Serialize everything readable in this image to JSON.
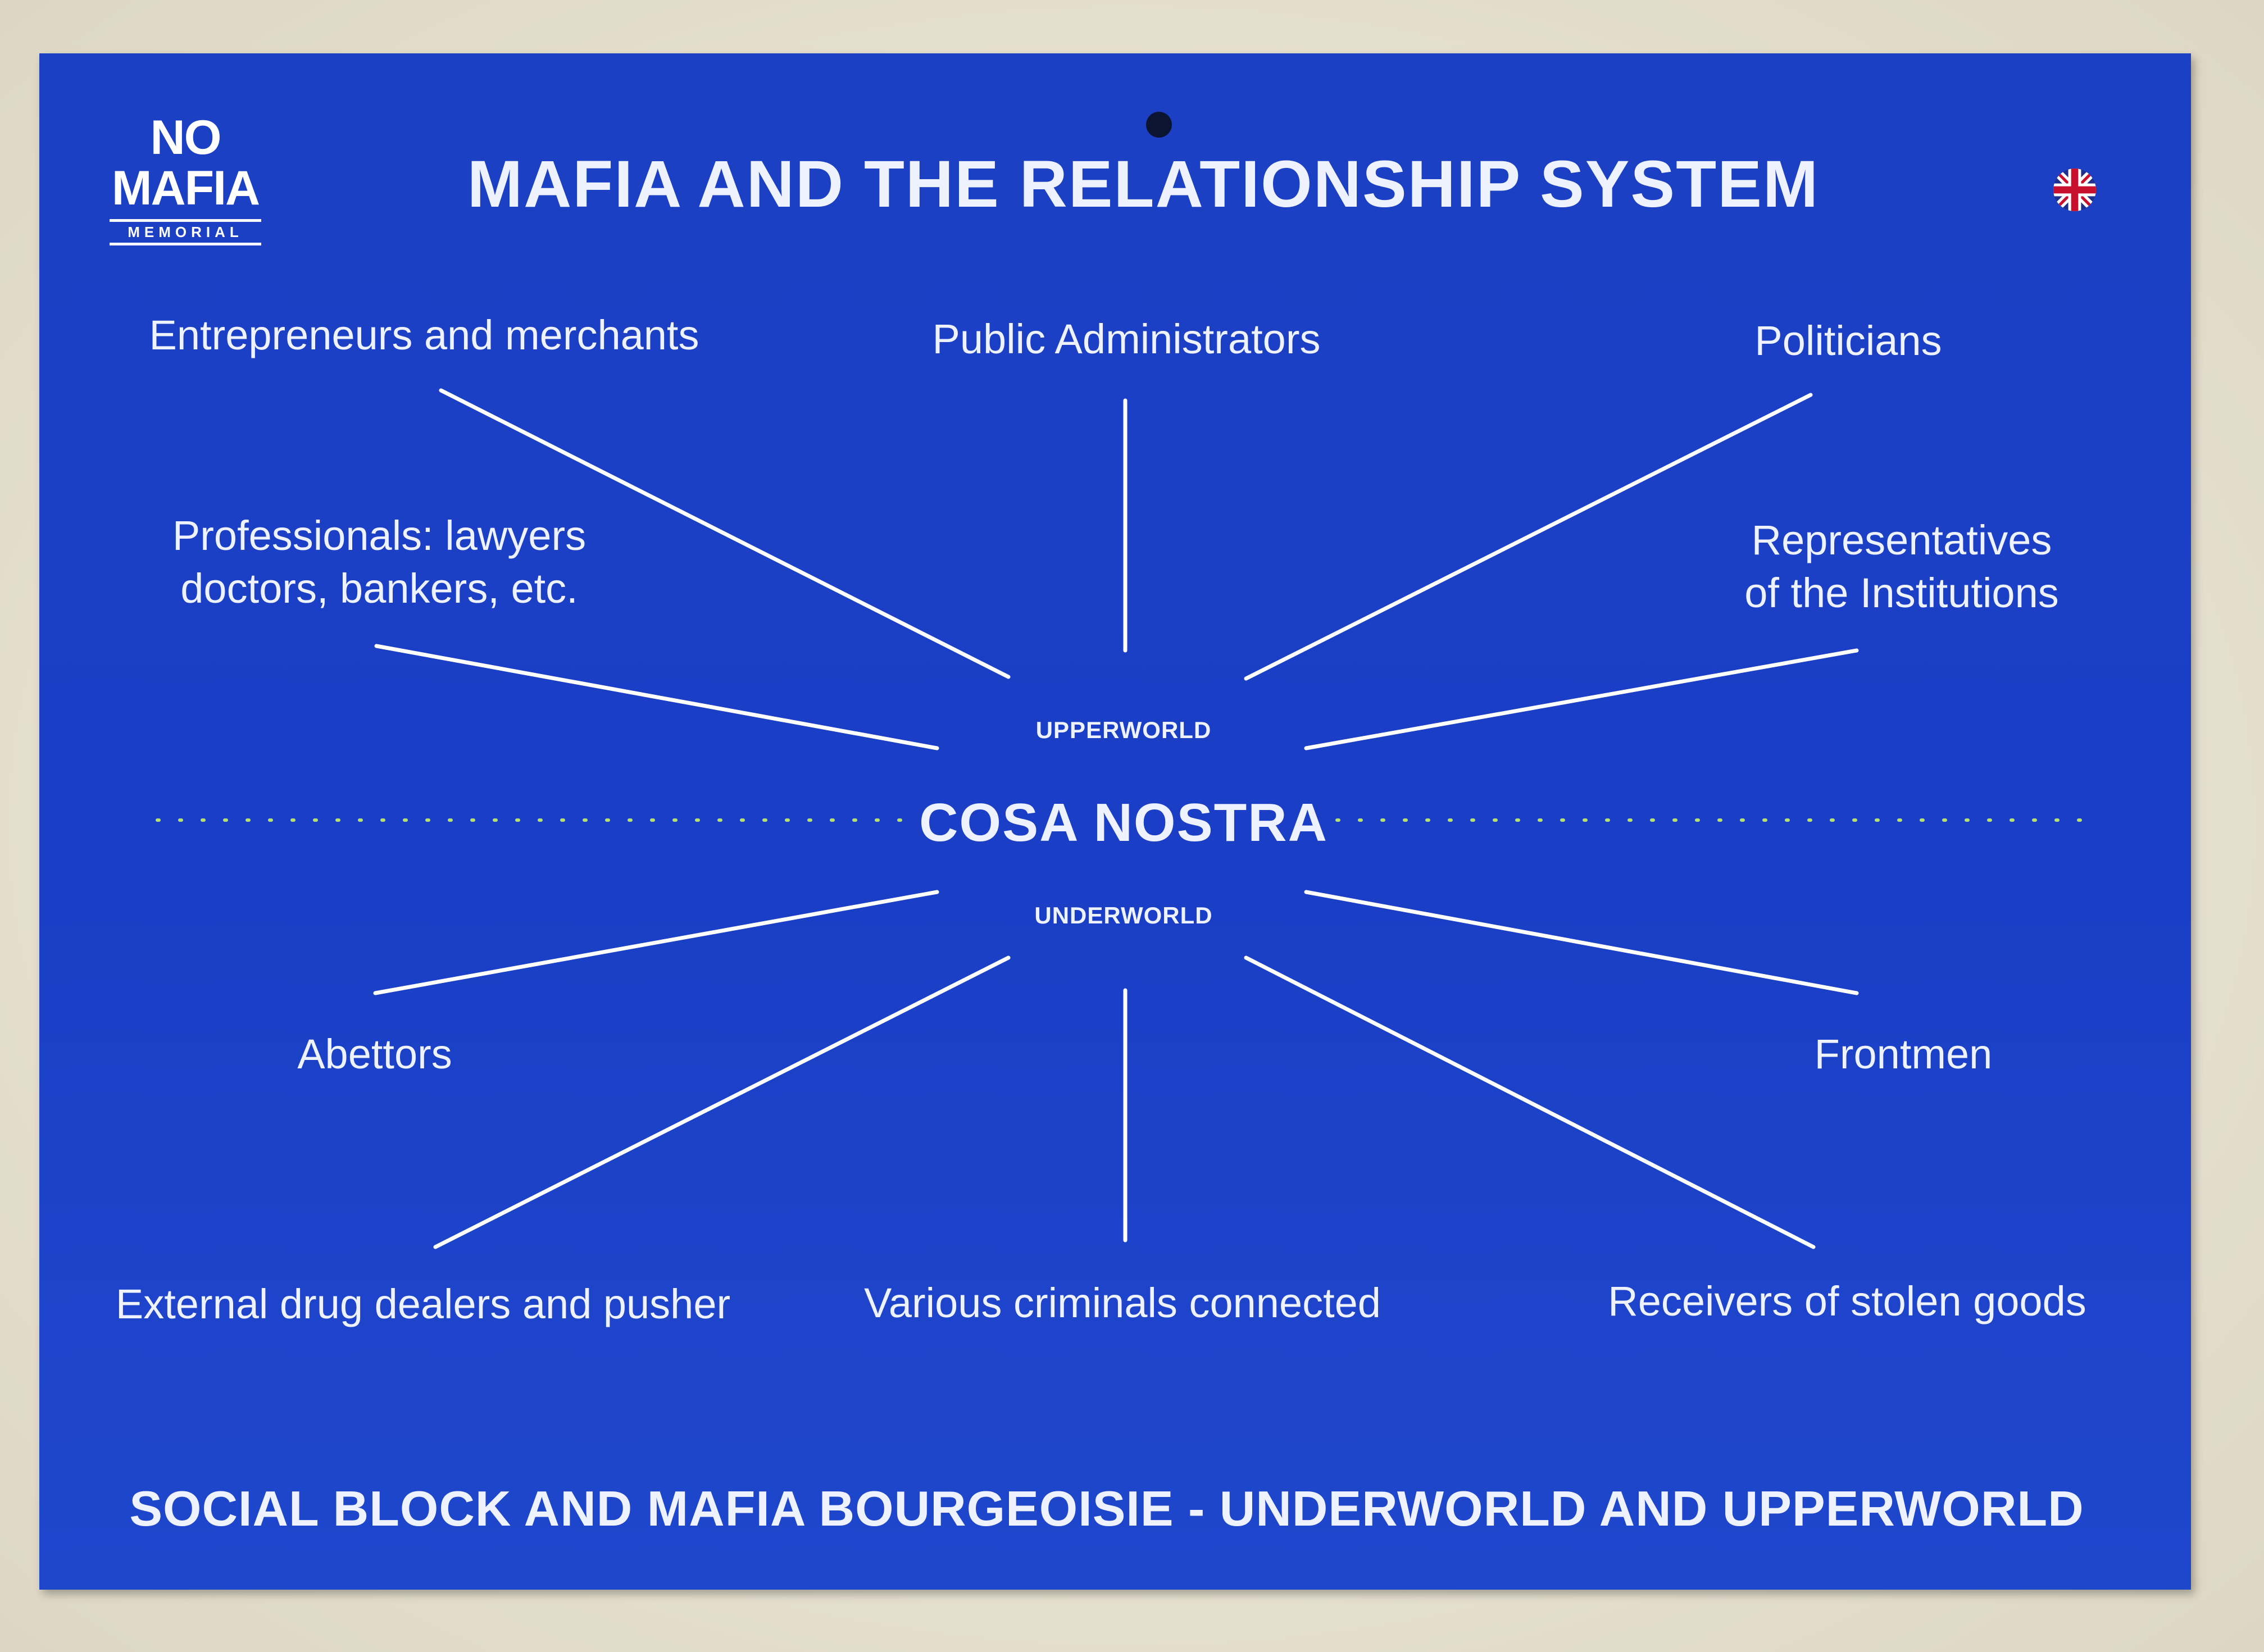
{
  "logo": {
    "line1": "NO",
    "line2": "MAFIA",
    "line3": "MEMORIAL"
  },
  "title": "MAFIA AND THE RELATIONSHIP SYSTEM",
  "flag_icon": "union-jack-flag-icon",
  "center": {
    "label": "COSA NOSTRA",
    "upper": "UPPERWORLD",
    "lower": "UNDERWORLD"
  },
  "upperworld": {
    "entrepreneurs": "Entrepreneurs and merchants",
    "public_admin": "Public Administrators",
    "politicians": "Politicians",
    "professionals_line1": "Professionals: lawyers",
    "professionals_line2": "doctors, bankers, etc.",
    "representatives_line1": "Representatives",
    "representatives_line2": "of the Institutions"
  },
  "underworld": {
    "abettors": "Abettors",
    "frontmen": "Frontmen",
    "drug_dealers": "External drug dealers and pusher",
    "criminals": "Various criminals connected",
    "receivers": "Receivers of stolen goods"
  },
  "footer": "SOCIAL BLOCK AND MAFIA BOURGEOISIE - UNDERWORLD AND UPPERWORLD",
  "colors": {
    "board": "#1a3fc6",
    "text": "#eef2ff",
    "lines": "#ffffff",
    "divider_dots": "#b8e070",
    "wall": "#e9e4d6"
  }
}
